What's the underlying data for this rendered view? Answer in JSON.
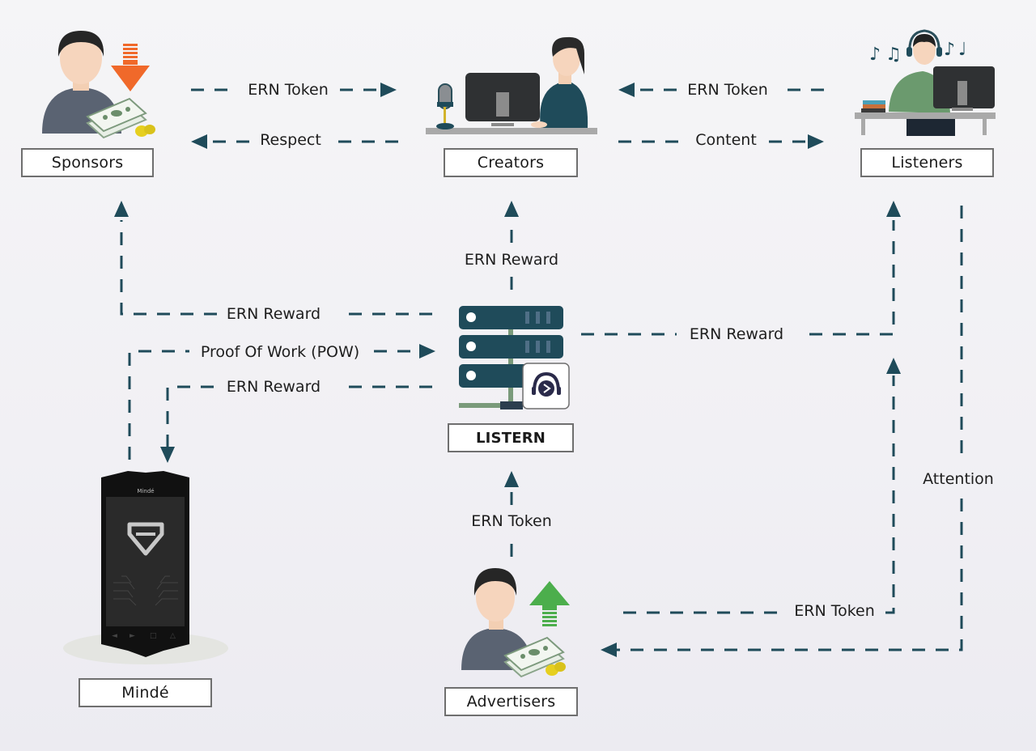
{
  "colors": {
    "background": "#f3f2f6",
    "edge": "#1f4b5a",
    "label_border": "#6f6f6f",
    "server": "#1f4b5a",
    "server_cable": "#7a9a7a",
    "sponsor_arrow": "#f0692a",
    "advertiser_arrow": "#4cae4c"
  },
  "nodes": {
    "sponsors": {
      "label": "Sponsors",
      "icon": "person-with-money-down-arrow-icon"
    },
    "creators": {
      "label": "Creators",
      "icon": "creator-at-desk-with-microphone-icon"
    },
    "listeners": {
      "label": "Listeners",
      "icon": "listener-with-headphones-icon"
    },
    "listern": {
      "label": "LISTERN",
      "icon": "server-stack-with-headphone-logo-icon"
    },
    "minde": {
      "label": "Mindé",
      "icon": "minde-phone-icon",
      "phone_brand": "Mindé"
    },
    "advertisers": {
      "label": "Advertisers",
      "icon": "person-with-money-up-arrow-icon"
    }
  },
  "edges": [
    {
      "from": "Sponsors",
      "to": "Creators",
      "label": "ERN Token"
    },
    {
      "from": "Creators",
      "to": "Sponsors",
      "label": "Respect"
    },
    {
      "from": "Listeners",
      "to": "Creators",
      "label": "ERN Token"
    },
    {
      "from": "Creators",
      "to": "Listeners",
      "label": "Content"
    },
    {
      "from": "LISTERN",
      "to": "Creators",
      "label": "ERN Reward"
    },
    {
      "from": "LISTERN",
      "to": "Sponsors",
      "label": "ERN Reward"
    },
    {
      "from": "Mindé",
      "to": "LISTERN",
      "label": "Proof Of Work (POW)"
    },
    {
      "from": "LISTERN",
      "to": "Mindé",
      "label": "ERN Reward"
    },
    {
      "from": "LISTERN",
      "to": "Listeners",
      "label": "ERN Reward"
    },
    {
      "from": "Advertisers",
      "to": "LISTERN",
      "label": "ERN Token"
    },
    {
      "from": "Advertisers",
      "to": "Listeners",
      "label": "ERN Token"
    },
    {
      "from": "Listeners",
      "to": "Advertisers",
      "label": "Attention"
    }
  ]
}
